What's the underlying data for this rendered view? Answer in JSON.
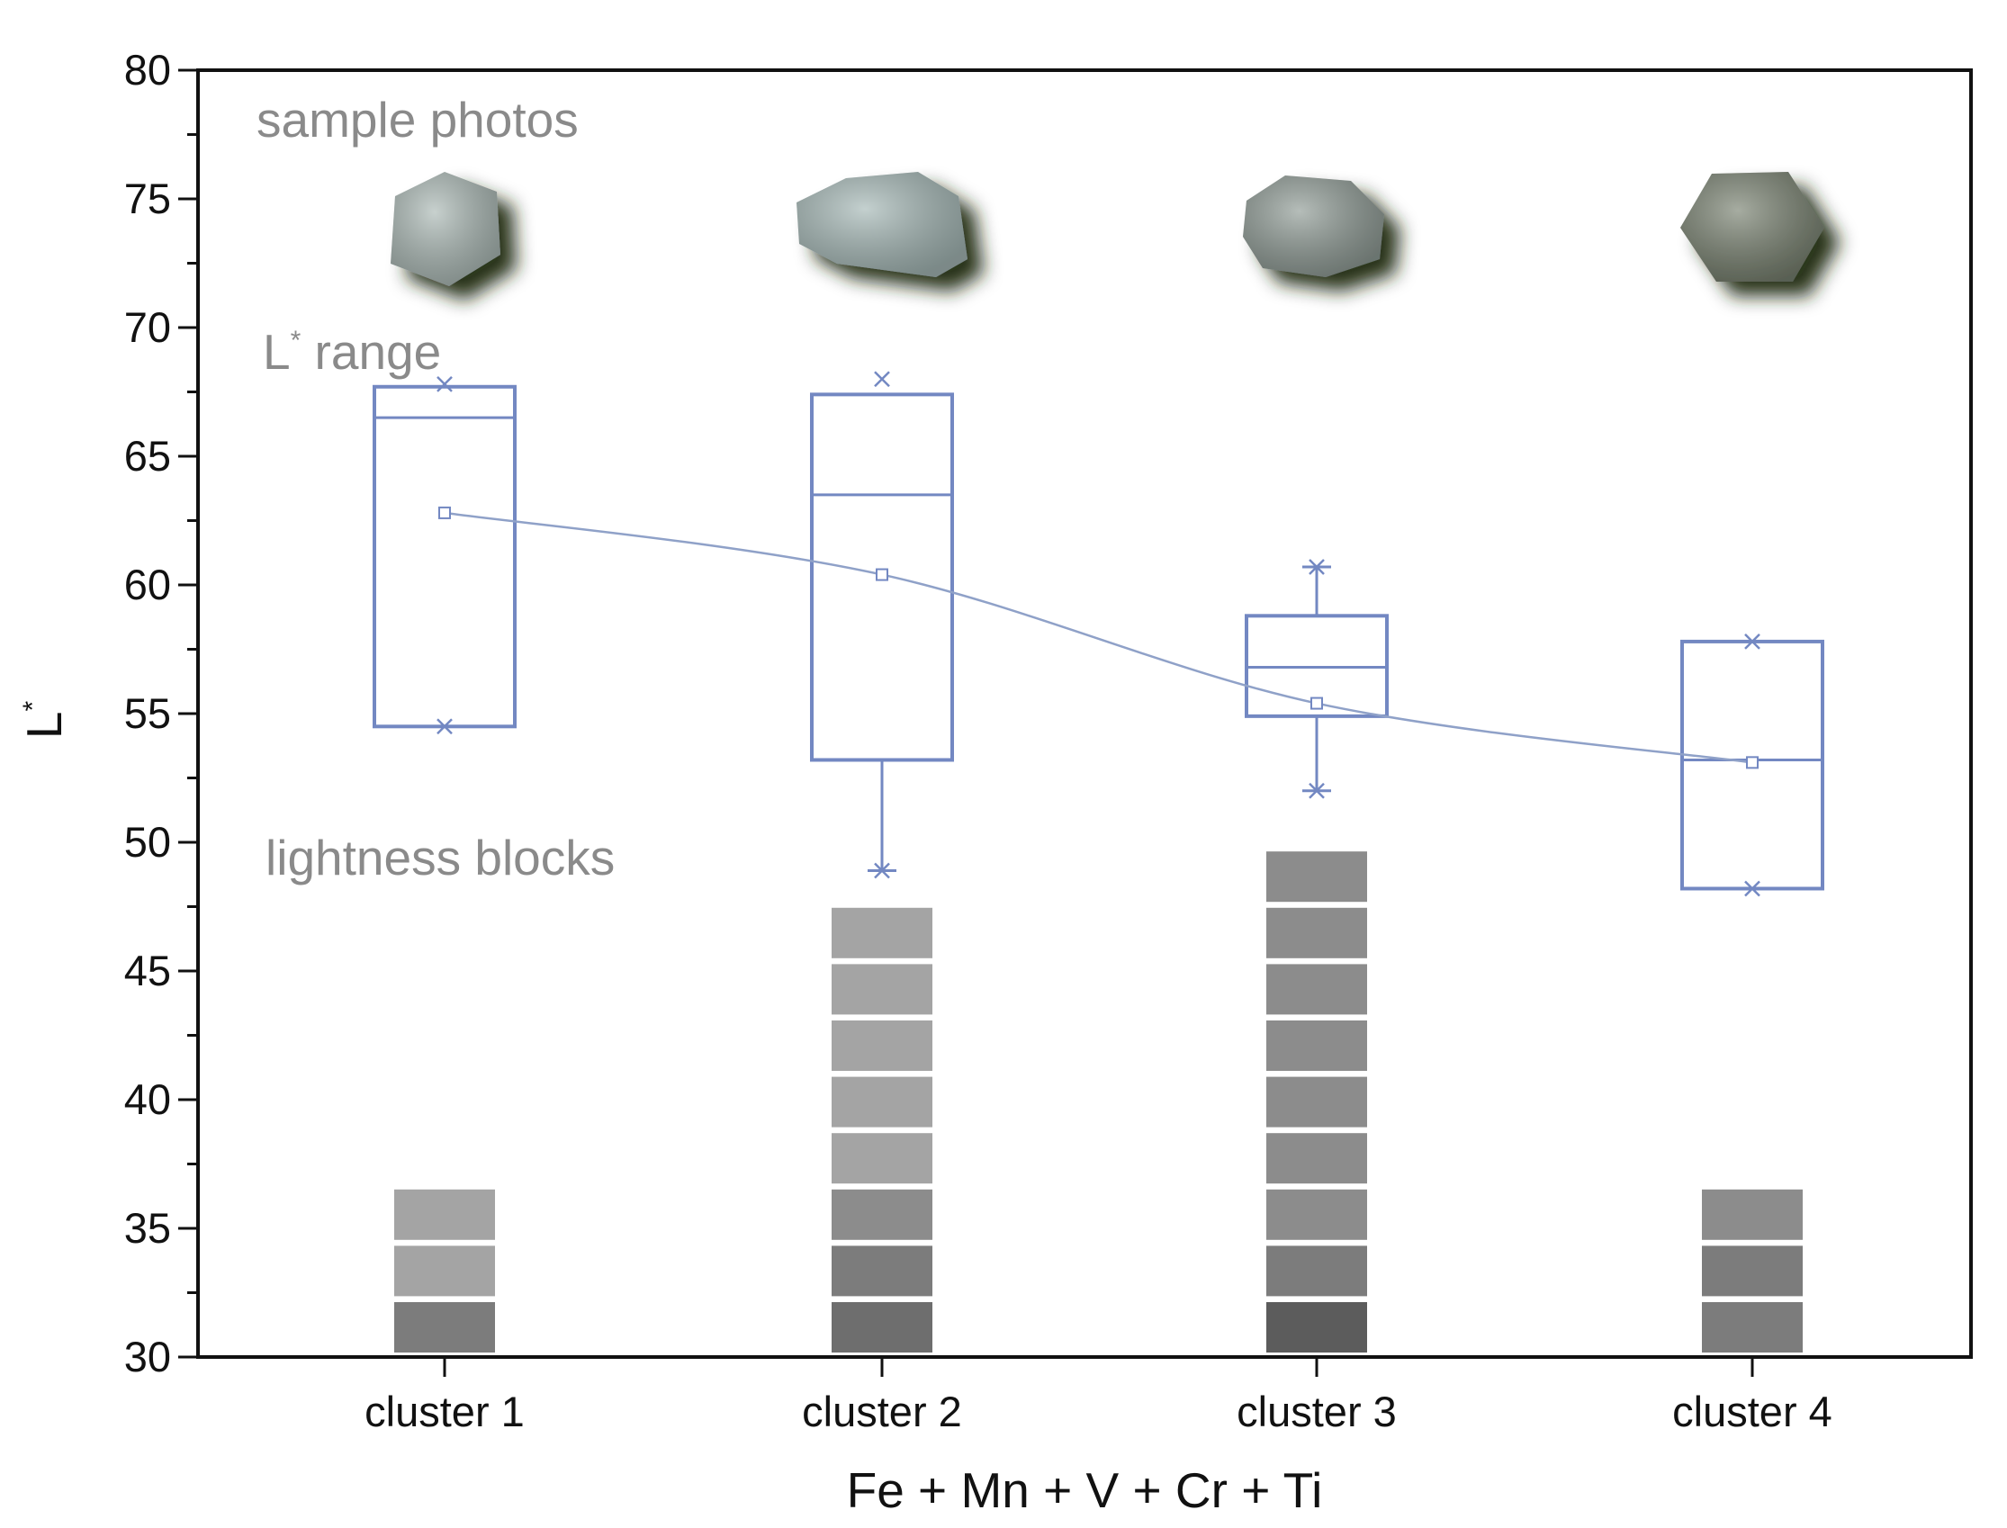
{
  "chart_data": {
    "type": "box",
    "xlabel": "Fe + Mn + V + Cr + Ti",
    "ylabel": "L",
    "ylabel_superscript": "*",
    "ylim": [
      30,
      80
    ],
    "yticks": [
      30,
      35,
      40,
      45,
      50,
      55,
      60,
      65,
      70,
      75,
      80
    ],
    "minor_tick_step": 2.5,
    "grid": false,
    "categories": [
      "cluster 1",
      "cluster 2",
      "cluster 3",
      "cluster 4"
    ],
    "boxes": [
      {
        "category": "cluster 1",
        "q1": 54.5,
        "median": 66.5,
        "q3": 67.7,
        "mean": 62.8,
        "min": 54.5,
        "max": 67.8,
        "whisker_low": 54.5,
        "whisker_high": 67.7
      },
      {
        "category": "cluster 2",
        "q1": 53.2,
        "median": 63.5,
        "q3": 67.4,
        "mean": 60.4,
        "min": 48.9,
        "max": 68.0,
        "whisker_low": 48.9,
        "whisker_high": 67.4
      },
      {
        "category": "cluster 3",
        "q1": 54.9,
        "median": 56.8,
        "q3": 58.8,
        "mean": 55.4,
        "min": 52.0,
        "max": 60.7,
        "whisker_low": 52.0,
        "whisker_high": 60.7
      },
      {
        "category": "cluster 4",
        "q1": 48.2,
        "median": 53.2,
        "q3": 57.8,
        "mean": 53.1,
        "min": 48.2,
        "max": 57.8,
        "whisker_low": 48.2,
        "whisker_high": 57.8
      }
    ],
    "mean_line": [
      62.8,
      60.4,
      55.4,
      53.1
    ],
    "lightness_blocks": [
      {
        "category": "cluster 1",
        "blocks": [
          "#a4a4a4",
          "#a4a4a4",
          "#7c7c7c"
        ]
      },
      {
        "category": "cluster 2",
        "blocks": [
          "#a4a4a4",
          "#a4a4a4",
          "#a4a4a4",
          "#a4a4a4",
          "#a4a4a4",
          "#8c8c8c",
          "#7c7c7c",
          "#6e6e6e"
        ]
      },
      {
        "category": "cluster 3",
        "blocks": [
          "#8c8c8c",
          "#8c8c8c",
          "#8c8c8c",
          "#8c8c8c",
          "#8c8c8c",
          "#8c8c8c",
          "#8c8c8c",
          "#7c7c7c",
          "#5c5c5c"
        ]
      },
      {
        "category": "cluster 4",
        "blocks": [
          "#8c8c8c",
          "#7c7c7c",
          "#7c7c7c"
        ]
      }
    ],
    "sample_photos": [
      {
        "category": "cluster 1",
        "tone": "#aab8b4",
        "shape": "pentagon"
      },
      {
        "category": "cluster 2",
        "tone": "#a4b7b5",
        "shape": "wide"
      },
      {
        "category": "cluster 3",
        "tone": "#8e9a94",
        "shape": "irregular"
      },
      {
        "category": "cluster 4",
        "tone": "#77806f",
        "shape": "hexagon"
      }
    ],
    "colors": {
      "box": "#7388c2",
      "mean_line": "#8fa1c8",
      "axis": "#111111",
      "annotation": "#8a8a8a",
      "photo_shadow": "#1f2a12"
    }
  },
  "annotations": {
    "photos": "sample photos",
    "range_main": "L",
    "range_sup": "*",
    "range_rest": " range",
    "blocks": "lightness blocks"
  }
}
